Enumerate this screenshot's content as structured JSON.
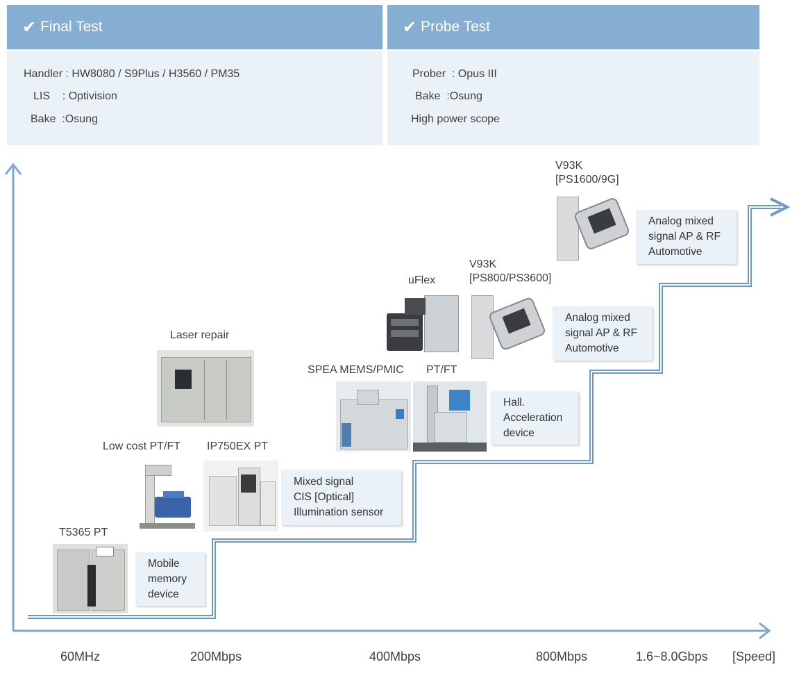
{
  "final_test": {
    "title": "Final Test",
    "lines": [
      "Handler : HW8080 / S9Plus / H3560 / PM35",
      "LIS    : Optivision",
      "Bake  :Osung"
    ]
  },
  "probe_test": {
    "title": "Probe Test",
    "lines": [
      "Prober  : Opus III",
      "Bake  :Osung",
      "High power scope"
    ]
  },
  "equipment": {
    "t5365": "T5365 PT",
    "lowcost": "Low cost PT/FT",
    "ip750": "IP750EX PT",
    "laser": "Laser repair",
    "spea": "SPEA MEMS/PMIC",
    "ptft": "PT/FT",
    "uflex": "uFlex",
    "v93k_mid_1": "V93K",
    "v93k_mid_2": "[PS800/PS3600]",
    "v93k_top_1": "V93K",
    "v93k_top_2": "[PS1600/9G]"
  },
  "applications": {
    "mobile": [
      "Mobile",
      "memory",
      "device"
    ],
    "mixed": [
      "Mixed signal",
      "CIS [Optical]",
      "Illumination sensor"
    ],
    "hall": [
      "Hall.",
      "Acceleration",
      "device"
    ],
    "analog_mid": [
      "Analog mixed",
      "signal AP & RF",
      "Automotive"
    ],
    "analog_top": [
      "Analog mixed",
      "signal AP & RF",
      "Automotive"
    ]
  },
  "axis": {
    "ticks": [
      "60MHz",
      "200Mbps",
      "400Mbps",
      "800Mbps",
      "1.6~8.0Gbps"
    ],
    "unit": "[Speed]"
  },
  "colors": {
    "header": "#85aed2",
    "panel": "#eaf1f7",
    "axis": "#7ea6cf",
    "step": "#6b98c8"
  },
  "icons": {
    "check": "check-icon",
    "arrow": "arrow-right-icon"
  }
}
